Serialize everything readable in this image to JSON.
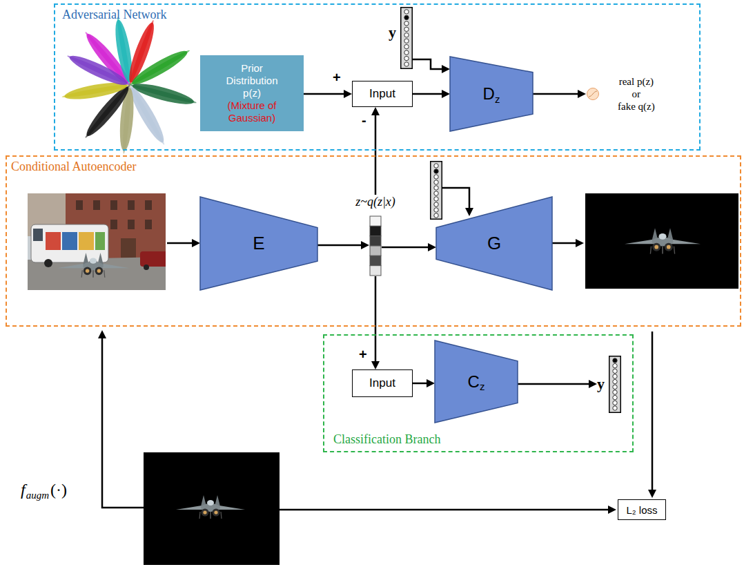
{
  "diagram": {
    "nodes": [
      {
        "text": [
          "Adversarial Network"
        ]
      },
      {
        "text": [
          "y"
        ],
        "in": 0
      },
      {
        "text": [
          "Prior Distribution p(z)",
          "(Mixture of Gaussian)"
        ],
        "in": 0
      },
      {
        "text": [
          "Input"
        ],
        "in": 0
      },
      {
        "text": [
          "D",
          "z"
        ],
        "in": 0
      },
      {
        "text": [
          "real p(z)",
          "or",
          "fake q(z)"
        ],
        "in": 0
      },
      {
        "text": [
          "Conditional Autoencoder"
        ]
      },
      {
        "text": [
          "E"
        ],
        "in": 6
      },
      {
        "text": [
          "z~q(z|x)"
        ],
        "in": 6
      },
      {
        "text": [
          "G"
        ],
        "in": 6
      },
      {
        "text": [
          "Classification Branch"
        ]
      },
      {
        "text": [
          "Input"
        ],
        "in": 10
      },
      {
        "text": [
          "C",
          "z"
        ],
        "in": 10
      },
      {
        "text": [
          "y"
        ],
        "in": 10
      },
      {
        "text": [
          "L₂ loss"
        ]
      }
    ],
    "edges": [
      {
        "from": 2,
        "to": 3,
        "arrow": "to",
        "label": "+"
      },
      {
        "from": 1,
        "to": 4,
        "arrow": "to"
      },
      {
        "from": 3,
        "to": 4,
        "arrow": "to"
      },
      {
        "from": 4,
        "to": 5,
        "arrow": "to"
      },
      {
        "from": 8,
        "to": 3,
        "arrow": "to",
        "label": "-"
      },
      {
        "from": 7,
        "to": 8,
        "arrow": "to"
      },
      {
        "from": 8,
        "to": 9,
        "arrow": "to"
      },
      {
        "from": 8,
        "to": 11,
        "arrow": "to",
        "label": "+"
      },
      {
        "from": 11,
        "to": 12,
        "arrow": "to"
      },
      {
        "from": 12,
        "to": 13,
        "arrow": "to"
      }
    ],
    "labels": [
      "f",
      "augm",
      "(·)"
    ]
  }
}
